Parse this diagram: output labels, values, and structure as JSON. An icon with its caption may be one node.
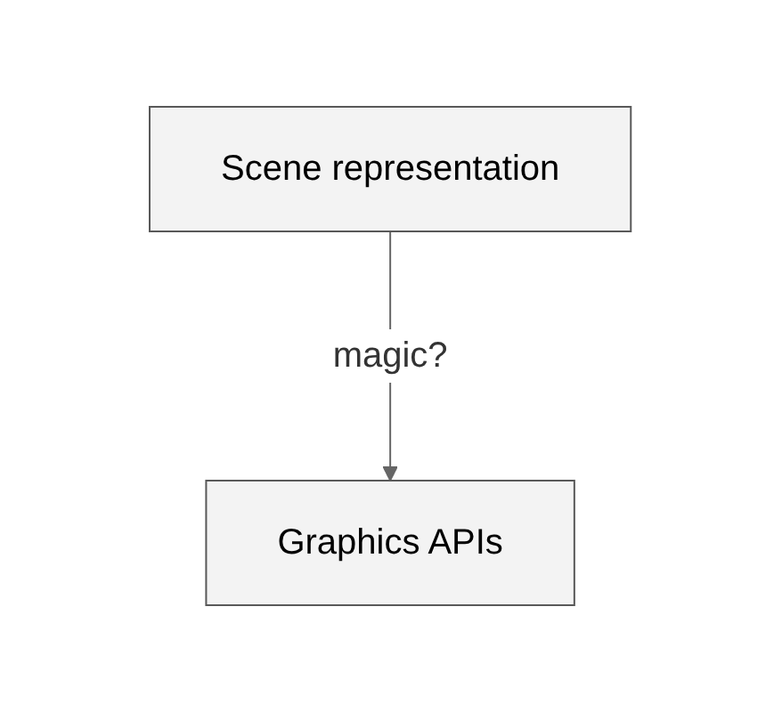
{
  "diagram": {
    "nodes": [
      {
        "text": [
          "Scene representation"
        ]
      },
      {
        "text": [
          "Graphics APIs"
        ]
      }
    ],
    "edges": [
      {
        "from": 0,
        "to": 1,
        "arrow": "to",
        "label": "magic?"
      }
    ]
  }
}
